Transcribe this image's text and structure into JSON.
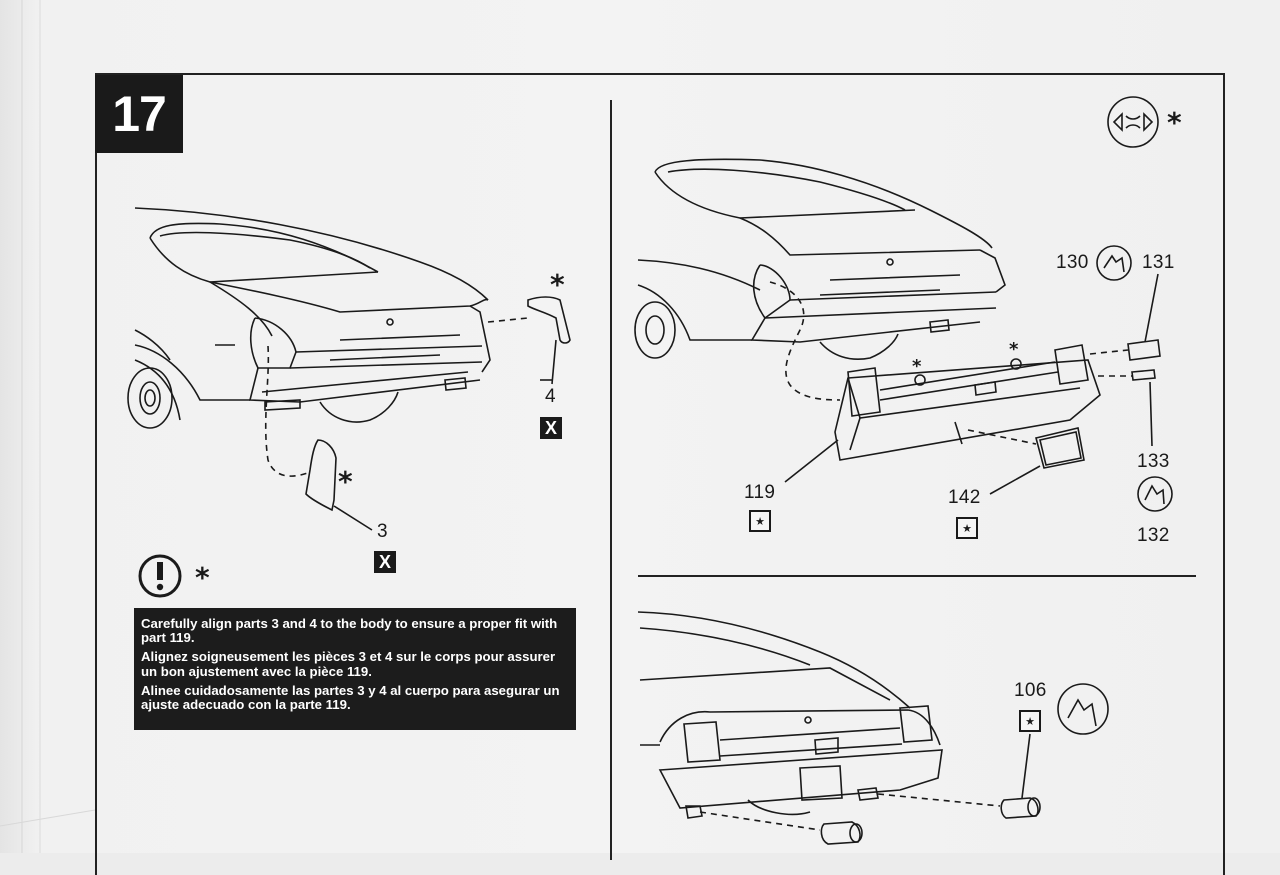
{
  "step": {
    "number": "17"
  },
  "left_panel": {
    "part_labels": {
      "part_4": "4",
      "part_3": "3"
    },
    "x_marks": {
      "part_4": "X",
      "part_3": "X"
    },
    "asterisk": "*",
    "caution_icon": "exclamation-circle-icon",
    "instructions": {
      "en": "Carefully align parts 3 and 4 to the body to ensure a proper fit with part 119.",
      "fr": "Alignez soigneusement les pièces 3 et 4 sur le corps pour assurer un bon ajustement avec la pièce 119.",
      "es": "Alinee cuidadosamente las partes 3 y 4 al cuerpo para asegurar un ajuste adecuado con la parte 119."
    }
  },
  "right_top_panel": {
    "symbol_icon": "glue-both-sides-icon",
    "asterisk": "*",
    "part_labels": {
      "p130": "130",
      "p131": "131",
      "p133": "133",
      "p132": "132",
      "p119": "119",
      "p142": "142"
    },
    "part_icons": [
      "clear-part-icon",
      "clear-part-icon"
    ]
  },
  "right_bottom_panel": {
    "part_labels": {
      "p106": "106"
    },
    "part_icons": [
      "chrome-part-icon"
    ]
  },
  "colors": {
    "ink": "#1a1a1a",
    "paper": "#f1f1f1",
    "note_bg": "#1c1c1c"
  }
}
